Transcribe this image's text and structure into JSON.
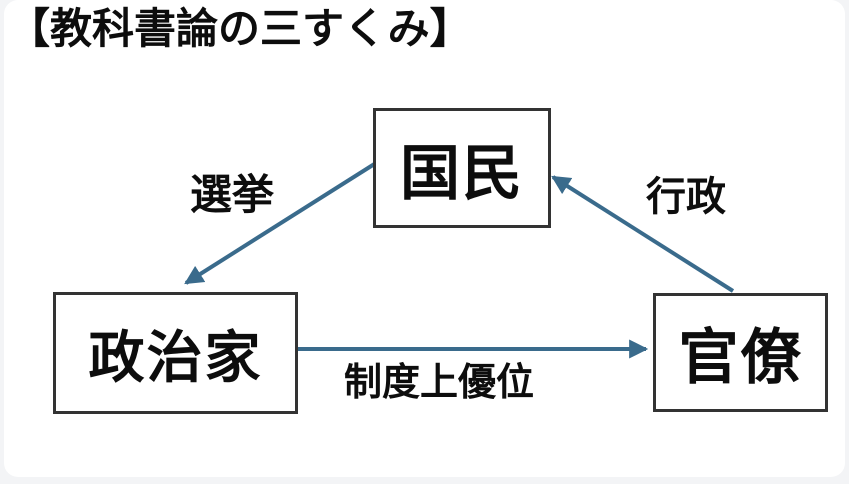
{
  "page": {
    "title": "【教科書論の三すくみ】"
  },
  "colors": {
    "arrow": "#3a6b8c",
    "border": "#333333",
    "text": "#0d0d0d",
    "card": "#ffffff",
    "background": "#f3f4f6"
  },
  "diagram": {
    "nodes": [
      {
        "id": "kokumin",
        "label": "国民"
      },
      {
        "id": "seijika",
        "label": "政治家"
      },
      {
        "id": "kanryo",
        "label": "官僚"
      }
    ],
    "edges": [
      {
        "id": "senkyo",
        "label": "選挙",
        "from": "国民",
        "to": "政治家"
      },
      {
        "id": "gyousei",
        "label": "行政",
        "from": "官僚",
        "to": "国民"
      },
      {
        "id": "seido",
        "label": "制度上優位",
        "from": "政治家",
        "to": "官僚"
      }
    ]
  }
}
